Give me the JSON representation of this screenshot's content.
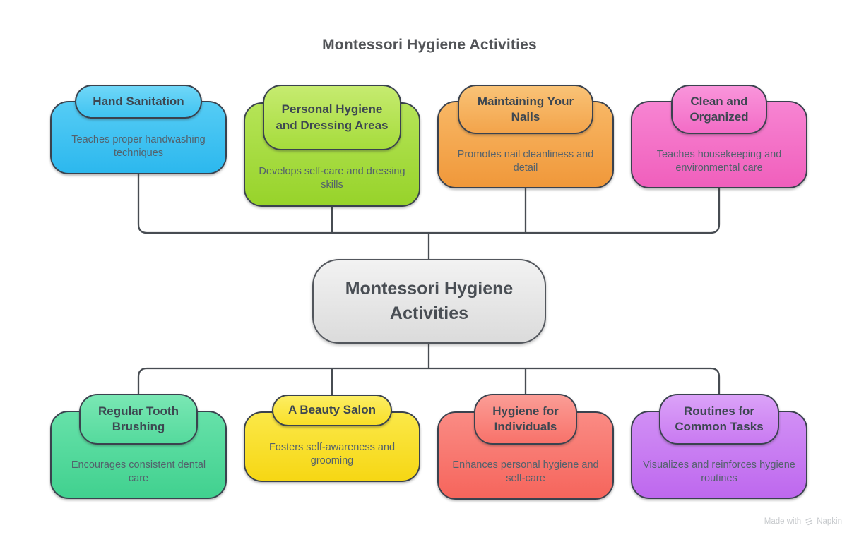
{
  "title": "Montessori Hygiene Activities",
  "center": {
    "label": "Montessori Hygiene Activities"
  },
  "branches": [
    {
      "title": "Hand Sanitation",
      "description": "Teaches proper handwashing techniques",
      "color": "#3FC3F1"
    },
    {
      "title": "Personal Hygiene and Dressing Areas",
      "description": "Develops self-care and dressing skills",
      "color": "#A6DC3C"
    },
    {
      "title": "Maintaining Your Nails",
      "description": "Promotes nail cleanliness and detail",
      "color": "#F3A44B"
    },
    {
      "title": "Clean and Organized",
      "description": "Teaches housekeeping and environmental care",
      "color": "#F36CC6"
    },
    {
      "title": "Regular Tooth Brushing",
      "description": "Encourages consistent dental care",
      "color": "#55DA9D"
    },
    {
      "title": "A Beauty Salon",
      "description": "Fosters self-awareness and grooming",
      "color": "#F9DF28"
    },
    {
      "title": "Hygiene for Individuals",
      "description": "Enhances personal hygiene and self-care",
      "color": "#F8726A"
    },
    {
      "title": "Routines for Common Tasks",
      "description": "Visualizes and reinforces hygiene routines",
      "color": "#C97AF1"
    }
  ],
  "watermark": {
    "prefix": "Made with",
    "brand": "Napkin"
  },
  "connector_color": "#474C52"
}
